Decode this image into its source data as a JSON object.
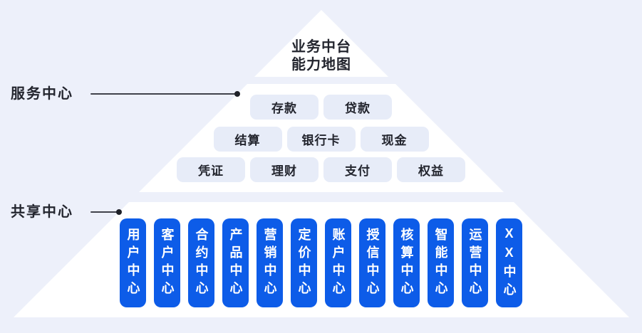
{
  "pyramid": {
    "title_line1": "业务中台",
    "title_line2": "能力地图",
    "service_rows": [
      [
        "存款",
        "贷款"
      ],
      [
        "结算",
        "银行卡",
        "现金"
      ],
      [
        "凭证",
        "理财",
        "支付",
        "权益"
      ]
    ],
    "shared_centers": [
      "用户中心",
      "客户中心",
      "合约中心",
      "产品中心",
      "营销中心",
      "定价中心",
      "账户中心",
      "授信中心",
      "核算中心",
      "智能中心",
      "运营中心",
      "XX中心"
    ]
  },
  "callouts": {
    "service_center_label": "服务中心",
    "shared_center_label": "共享中心"
  },
  "colors": {
    "background": "#edf0fa",
    "pyramid_fill": "#ffffff",
    "capability_pill_bg": "#e7ecf8",
    "center_pill_bg": "#0d5ce8",
    "center_pill_text": "#ffffff",
    "text_dark": "#23252e",
    "connector_line": "#40424b"
  }
}
